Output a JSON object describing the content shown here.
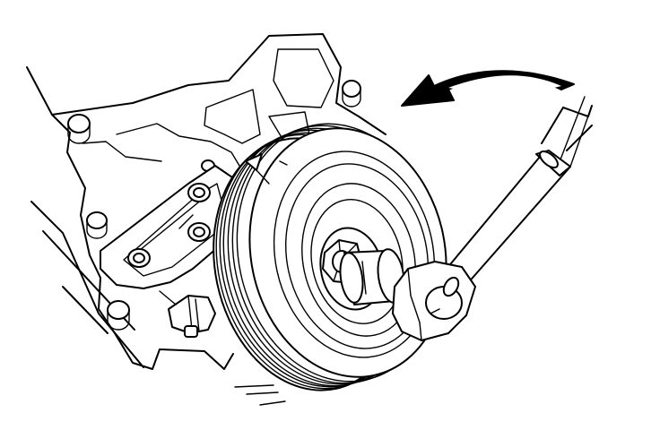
{
  "figure": {
    "parts": [
      "engine-block",
      "timing-cover",
      "crankshaft-pulley",
      "pulley-bolt",
      "socket",
      "ratchet-wrench",
      "rotation-arrow",
      "timing-mark-pointer"
    ],
    "arrow_direction": "counterclockwise"
  }
}
